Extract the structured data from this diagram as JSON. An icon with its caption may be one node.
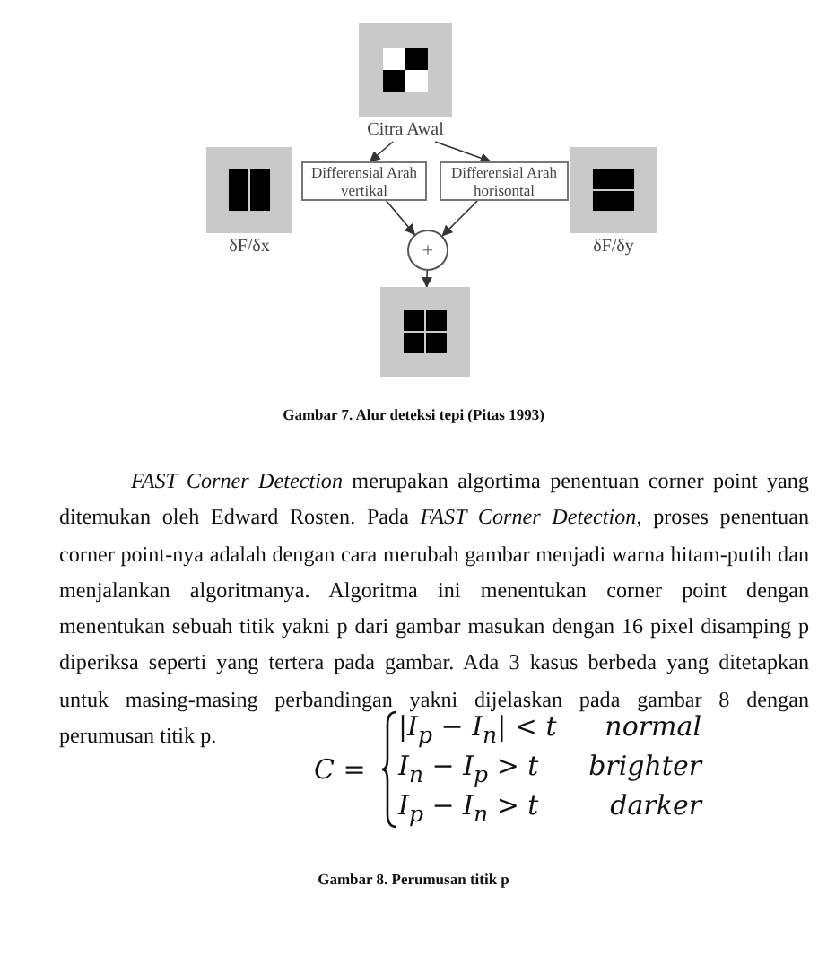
{
  "diagram": {
    "caption": "Gambar 7. Alur deteksi tepi (Pitas 1993)",
    "nodes": [
      {
        "text": [
          "Citra Awal"
        ]
      },
      {
        "text": [
          "Differensial Arah vertikal"
        ]
      },
      {
        "text": [
          "Differensial Arah horisontal"
        ]
      },
      {
        "text": [
          "δF/δx"
        ]
      },
      {
        "text": [
          "δF/δy"
        ]
      },
      {
        "text": [
          "+"
        ]
      },
      {
        "text": [],
        "shape": "box"
      }
    ],
    "edges": [
      {
        "from": 0,
        "to": 1,
        "arrow": "to"
      },
      {
        "from": 0,
        "to": 2,
        "arrow": "to"
      },
      {
        "from": 1,
        "to": 5,
        "arrow": "to"
      },
      {
        "from": 2,
        "to": 5,
        "arrow": "to"
      },
      {
        "from": 5,
        "to": 6,
        "arrow": "to"
      }
    ],
    "labels": [
      "*FAST Corner Detection* merupakan algortima penentuan corner point yang ditemukan oleh Edward Rosten. Pada *FAST Corner Detection*, proses penentuan corner point-nya adalah dengan cara merubah gambar menjadi warna hitam-putih dan menjalankan algoritmanya. Algoritma ini menentukan corner point dengan menentukan sebuah titik yakni p dari gambar masukan dengan 16 pixel disamping p diperiksa seperti yang tertera pada gambar. Ada 3 kasus berbeda yang ditetapkan untuk masing-masing perbandingan yakni dijelaskan pada gambar 8 dengan perumusan titik p.",
      "C =",
      "|I$_{p}$ − I$_{n}$| < t",
      "normal",
      "I$_{n}$ − I$_{p}$ > t",
      "brighter",
      "I$_{p}$ − I$_{n}$ > t",
      "darker",
      "Gambar 8. Perumusan titik p"
    ]
  }
}
